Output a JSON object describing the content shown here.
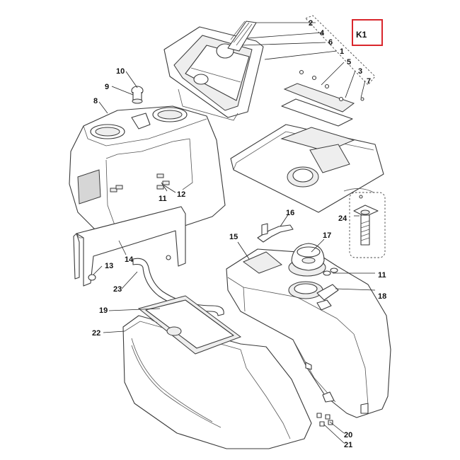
{
  "diagram": {
    "type": "exploded-parts-view",
    "kit": {
      "label": "K1",
      "border_color": "#d9262c"
    },
    "callouts": {
      "c1": "1",
      "c2": "2",
      "c3": "3",
      "c4": "4",
      "c5": "5",
      "c6": "6",
      "c7": "7",
      "c8": "8",
      "c9": "9",
      "c10": "10",
      "c11a": "11",
      "c11b": "11",
      "c12": "12",
      "c13": "13",
      "c14": "14",
      "c15": "15",
      "c16": "16",
      "c17": "17",
      "c18": "18",
      "c19": "19",
      "c20": "20",
      "c21": "21",
      "c22": "22",
      "c23": "23",
      "c24": "24"
    }
  }
}
